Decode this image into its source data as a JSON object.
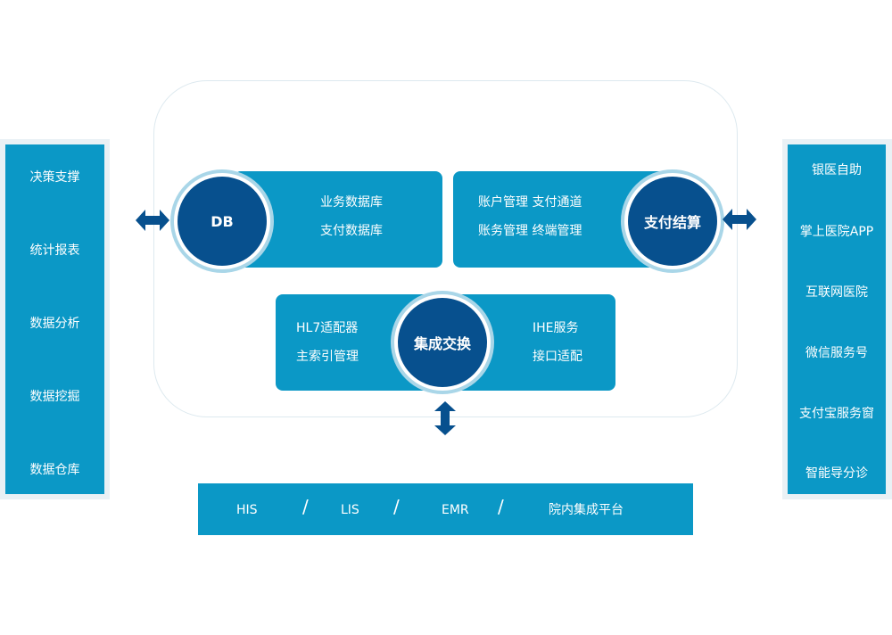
{
  "left_panel": {
    "items": [
      "决策支撑",
      "统计报表",
      "数据分析",
      "数据挖掘",
      "数据仓库"
    ]
  },
  "right_panel": {
    "items": [
      "银医自助",
      "掌上医院APP",
      "互联网医院",
      "微信服务号",
      "支付宝服务窗",
      "智能导分诊"
    ]
  },
  "db_block": {
    "circle_label": "DB",
    "lines": [
      "业务数据库",
      "支付数据库"
    ]
  },
  "payment_block": {
    "circle_label": "支付结算",
    "lines": [
      "账户管理  支付通道",
      "账务管理  终端管理"
    ]
  },
  "integration_block": {
    "circle_label": "集成交换",
    "left_lines": [
      "HL7适配器",
      "主索引管理"
    ],
    "right_lines": [
      "IHE服务",
      "接口适配"
    ]
  },
  "bottom_bar": {
    "items": [
      "HIS",
      "LIS",
      "EMR",
      "院内集成平台"
    ],
    "separator": "/"
  },
  "colors": {
    "primary_blue": "#0b98c6",
    "dark_blue": "#07508e",
    "ring": "#a9d6e8",
    "panel_border": "#e9f1f5"
  }
}
